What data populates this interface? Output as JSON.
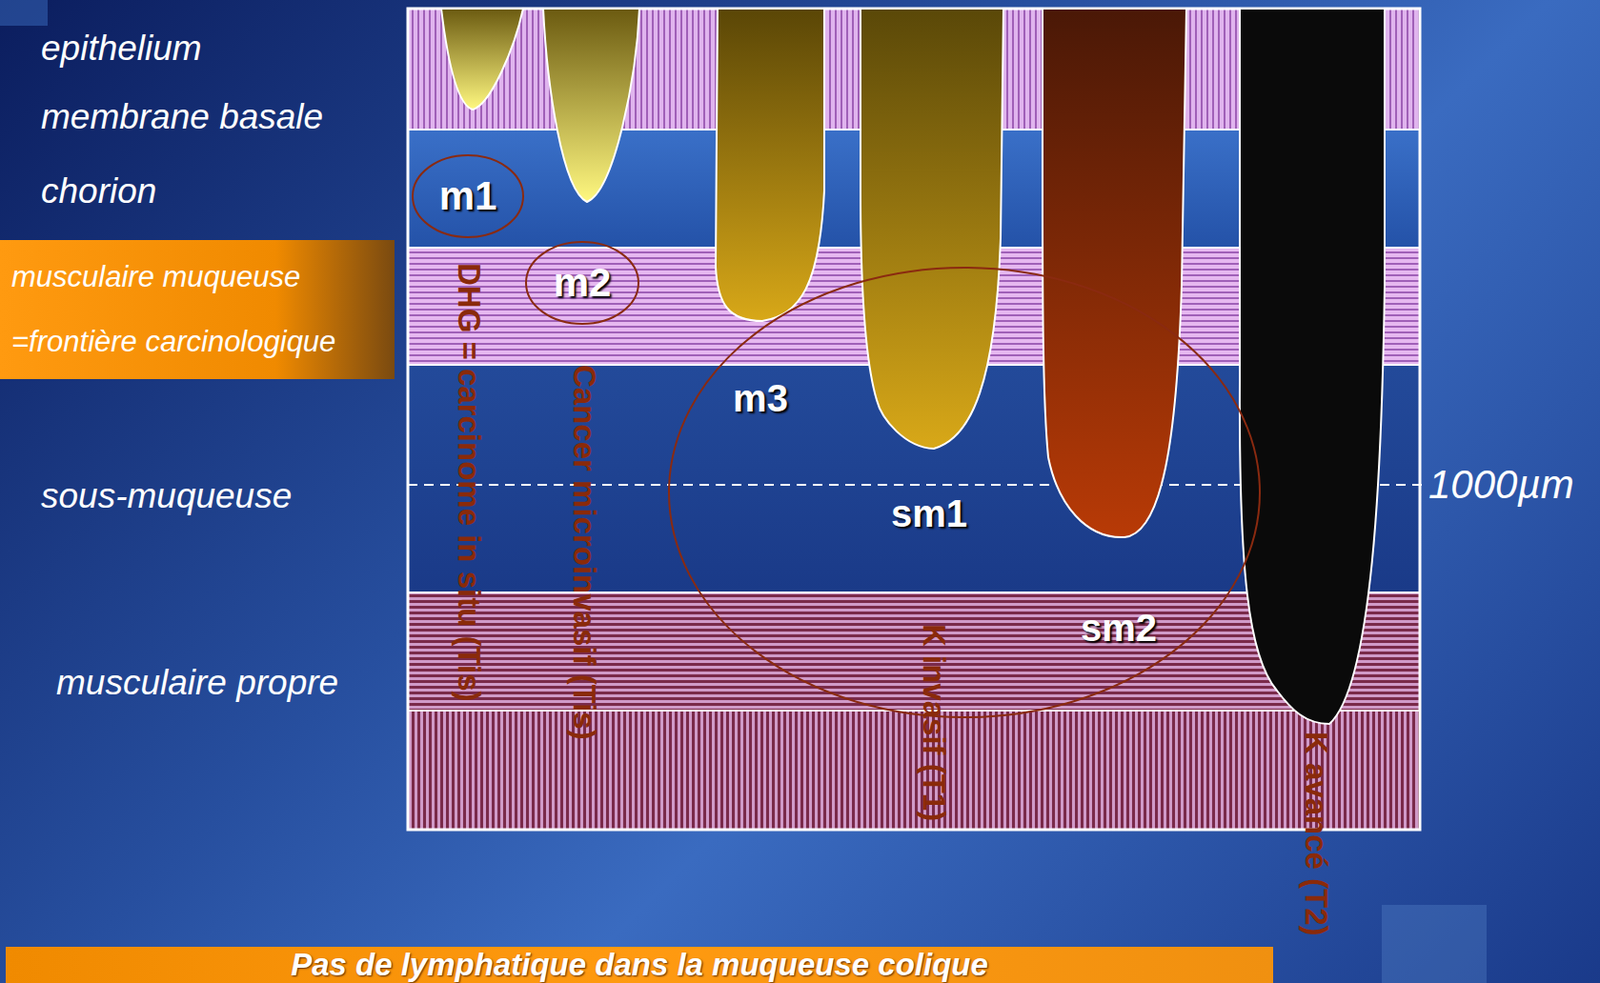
{
  "diagram": {
    "nodes": [
      {
        "text": [
          "musculaire muqueuse =frontière carcinologique"
        ]
      },
      {
        "text": [
          "m1"
        ]
      },
      {
        "text": [
          "m2"
        ]
      },
      {
        "text": [
          "Pas de lymphatique dans la muqueuse colique"
        ]
      }
    ],
    "labels": [
      "epithelium",
      "membrane basale",
      "chorion",
      "sous-muqueuse",
      "musculaire propre",
      "m3",
      "sm1",
      "sm2",
      "1000µm",
      "DHG = carcinome in situ (Tis)",
      "Cancer microinvasif (Tis)",
      "K invasif (T1)",
      "K avancé (T2)"
    ]
  }
}
